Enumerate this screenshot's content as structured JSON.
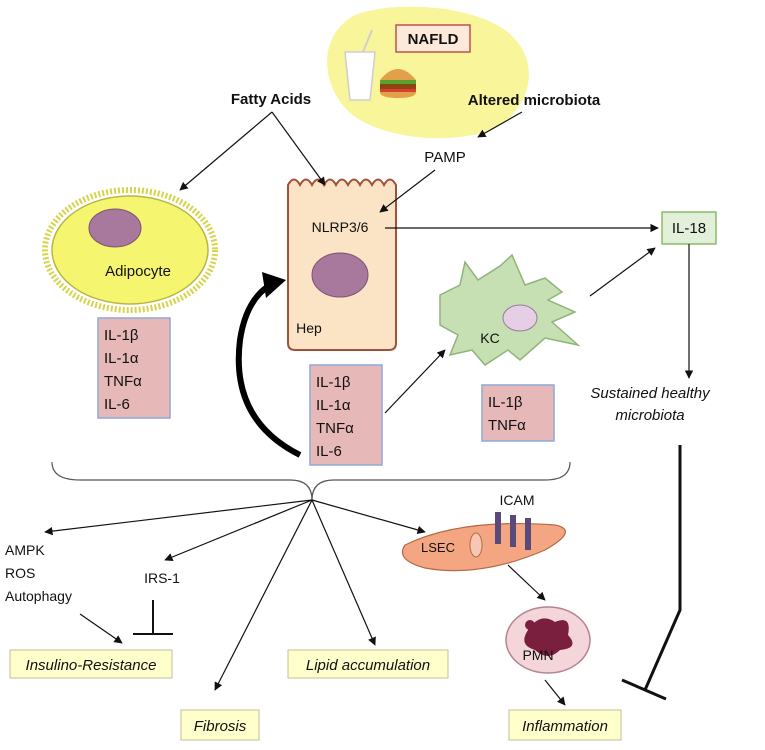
{
  "title_box": "NAFLD",
  "fatty_acids": "Fatty Acids",
  "altered_microbiota": "Altered microbiota",
  "pamp": "PAMP",
  "nlrp": "NLRP3/6",
  "il18": "IL-18",
  "adipocyte": "Adipocyte",
  "hep": "Hep",
  "kc": "KC",
  "adipocyte_cytokines": [
    "IL-1β",
    "IL-1α",
    "TNFα",
    "IL-6"
  ],
  "hep_cytokines": [
    "IL-1β",
    "IL-1α",
    "TNFα",
    "IL-6"
  ],
  "kc_cytokines": [
    "IL-1β",
    "TNFα"
  ],
  "healthy_microbiota": [
    "Sustained healthy",
    "microbiota"
  ],
  "left_list": [
    "AMPK",
    "ROS",
    "Autophagy"
  ],
  "irs": "IRS-1",
  "icam": "ICAM",
  "lsec": "LSEC",
  "pmn": "PMN",
  "outcomes": {
    "insulin": "Insulino-Resistance",
    "lipid": "Lipid accumulation",
    "fibrosis": "Fibrosis",
    "inflammation": "Inflammation"
  },
  "colors": {
    "cytokine_fill": "#e6b8b7",
    "cytokine_border": "#8ea9db",
    "outcome_fill": "#ffffcc",
    "il18_fill": "#e2efda",
    "hep_fill": "#fbe3c5",
    "hep_border": "#a0513a",
    "kc_fill": "#c6e0b4",
    "adipocyte_fill": "#f5f570",
    "nucleus": "#a9789d",
    "nafld_cloud": "#f9f59a"
  }
}
